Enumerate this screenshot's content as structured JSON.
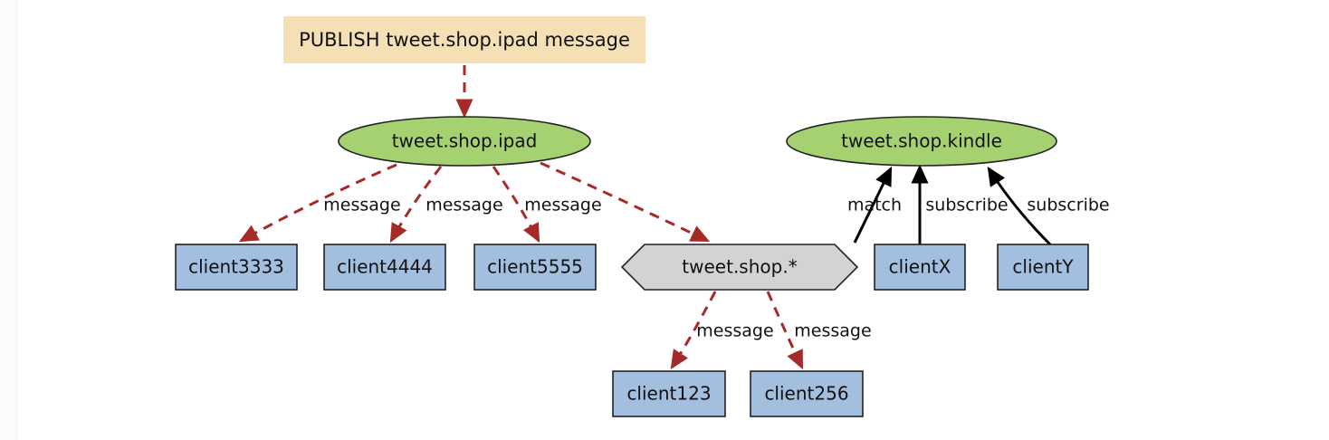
{
  "diagram": {
    "title_banner": {
      "label": "PUBLISH tweet.shop.ipad message",
      "fill": "#f5dfb4"
    },
    "palette": {
      "topic_fill": "#a6d171",
      "client_fill": "#a3bfdf",
      "wildcard_fill": "#d3d3d3",
      "banner_fill": "#f5dfb4",
      "message_edge": "#a42b28",
      "subscribe_edge": "#000000",
      "stroke": "#222222",
      "background": "#ffffff"
    },
    "topics": [
      {
        "id": "topic-ipad",
        "label": "tweet.shop.ipad"
      },
      {
        "id": "topic-kindle",
        "label": "tweet.shop.kindle"
      }
    ],
    "wildcard": {
      "id": "wildcard-tweet-shop",
      "label": "tweet.shop.*"
    },
    "clients_row1": [
      {
        "id": "client3333",
        "label": "client3333"
      },
      {
        "id": "client4444",
        "label": "client4444"
      },
      {
        "id": "client5555",
        "label": "client5555"
      }
    ],
    "clients_subscribers": [
      {
        "id": "clientX",
        "label": "clientX"
      },
      {
        "id": "clientY",
        "label": "clientY"
      }
    ],
    "clients_row2": [
      {
        "id": "client123",
        "label": "client123"
      },
      {
        "id": "client256",
        "label": "client256"
      }
    ],
    "edge_labels": {
      "publish": "",
      "msg_3333": "message",
      "msg_4444": "message",
      "msg_5555": "message",
      "msg_123": "message",
      "msg_256": "message",
      "match": "match",
      "subscribe_x": "subscribe",
      "subscribe_y": "subscribe"
    }
  }
}
